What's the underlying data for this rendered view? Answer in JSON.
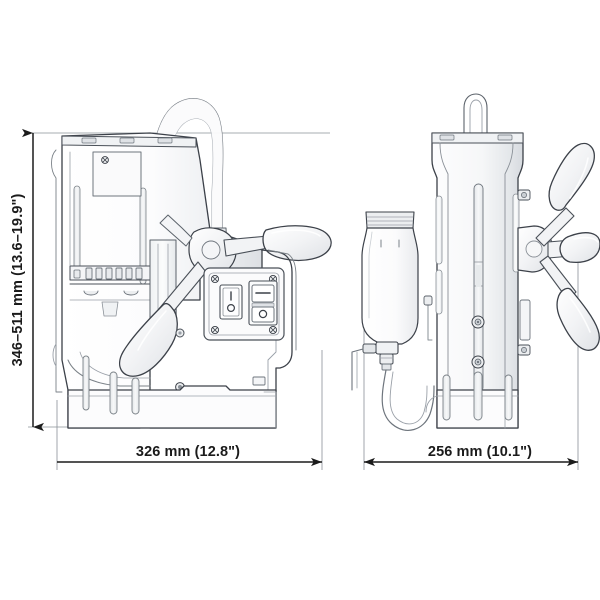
{
  "drawing": {
    "kind": "technical-dimension-drawing",
    "subject": "magnetic drill press",
    "views": [
      {
        "name": "front-view",
        "label": ""
      },
      {
        "name": "side-view",
        "label": ""
      }
    ],
    "colors": {
      "background": "#ffffff",
      "outline": "#3c4149",
      "outline_light": "#9aa0a8",
      "fill_light": "#fbfbfc",
      "fill_shade": "#eceef0",
      "fill_shade_dark": "#dfe2e6",
      "dimension_line": "#1b1b1b",
      "text": "#1b1b1b"
    }
  },
  "dimensions": {
    "height": {
      "value_mm": "346–511 mm",
      "value_in": "(13.6–19.9\")",
      "label": "346–511 mm (13.6–19.9\")",
      "orientation": "vertical",
      "min_mm": 346,
      "max_mm": 511,
      "min_in": 13.6,
      "max_in": 19.9
    },
    "width_front": {
      "value_mm": "326 mm",
      "value_in": "(12.8\")",
      "label": "326 mm (12.8\")",
      "orientation": "horizontal",
      "mm": 326,
      "inches": 12.8
    },
    "width_side": {
      "value_mm": "256 mm",
      "value_in": "(10.1\")",
      "label": "256 mm (10.1\")",
      "orientation": "horizontal",
      "mm": 256,
      "inches": 10.1
    }
  },
  "parts": {
    "front": {
      "motor_housing": "motor-housing",
      "name_plate": "name-plate",
      "name_plate_screw": "phillips-screw",
      "cooling_vents": "cooling-vents",
      "power_cable_loop": "power-cable",
      "handle_hub": "feed-handle-hub",
      "handle_upper": "feed-handle-upper",
      "handle_lower": "feed-handle-lower",
      "control_panel": "control-panel",
      "rocker_switch": "motor-rocker-switch",
      "rocker_on_mark": "I",
      "rocker_off_mark": "O",
      "magnet_switch": "magnet-push-button-switch",
      "magnet_on_mark": "—",
      "magnet_off_mark": "O",
      "panel_screws": 4,
      "magnetic_base": "magnetic-base",
      "base_slots": 3,
      "slide_rail": "dovetail-slide-rail"
    },
    "side": {
      "coolant_bottle": "coolant-bottle",
      "bottle_cap": "bottle-cap",
      "coolant_valve": "coolant-valve-tap",
      "coolant_hose": "coolant-hose",
      "body_column": "gearbox-column",
      "slide_rail": "dovetail-slide-rail",
      "handle_hub": "feed-handle-hub",
      "handle_top": "feed-handle-top",
      "handle_middle": "feed-handle-middle",
      "handle_bottom": "feed-handle-bottom",
      "power_cable_loop": "power-cable",
      "adjust_screws": 2,
      "side_bolts": 3,
      "magnetic_base": "magnetic-base",
      "base_slots": 3
    }
  }
}
